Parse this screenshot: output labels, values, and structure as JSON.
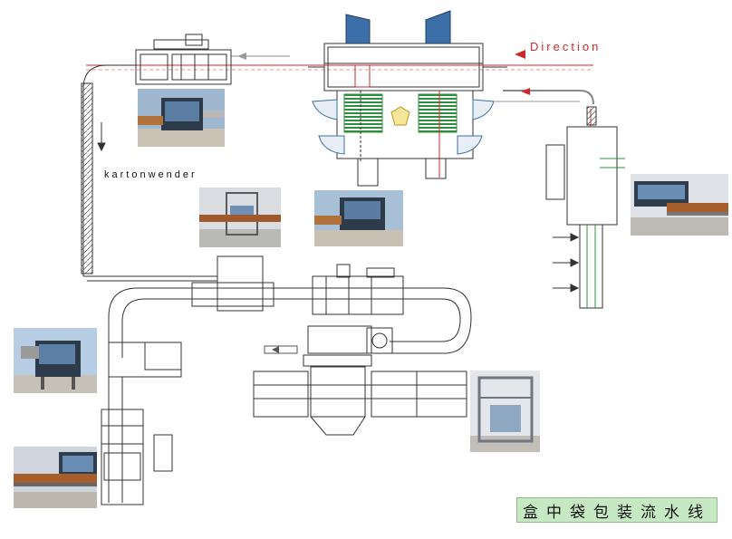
{
  "labels": {
    "direction": "Direction",
    "kartonwender": "kartonwender",
    "line_title": "盒中袋包装流水线"
  },
  "colors": {
    "line_drawing": "#333333",
    "flow_red": "#cc2a2a",
    "process_green": "#2f8f3f",
    "machine_blue": "#3c6fa8",
    "title_background": "#c6e8c2"
  },
  "photos": [
    {
      "name": "photo-bagger-top-left",
      "icon": "bag-filling-machine"
    },
    {
      "name": "photo-conveyor-center",
      "icon": "conveyor-frame"
    },
    {
      "name": "photo-bagger-center-right",
      "icon": "bag-filling-machine"
    },
    {
      "name": "photo-line-right",
      "icon": "production-line"
    },
    {
      "name": "photo-machine-left",
      "icon": "bag-filling-machine"
    },
    {
      "name": "photo-line-bottom-left",
      "icon": "production-line"
    },
    {
      "name": "photo-frame-bottom-right",
      "icon": "steel-frame"
    }
  ]
}
